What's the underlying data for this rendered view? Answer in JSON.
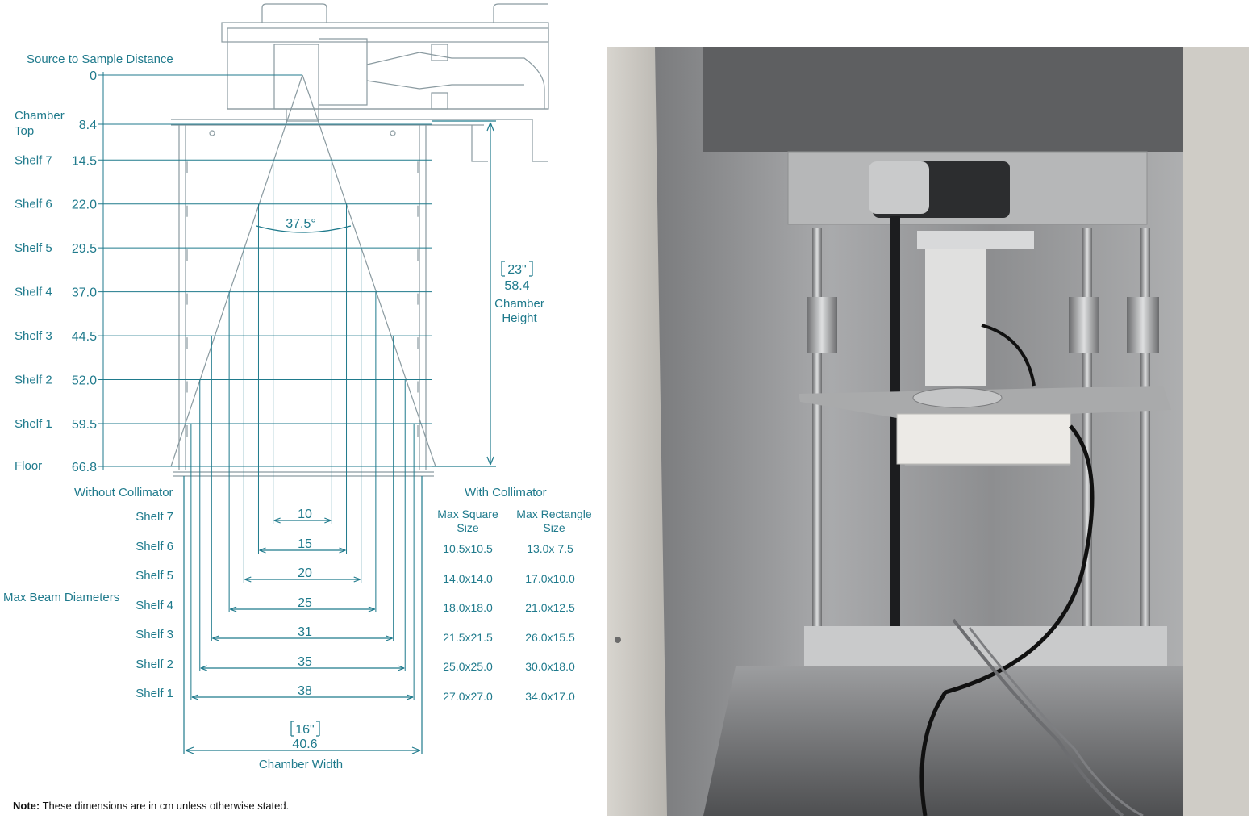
{
  "colors": {
    "accent": "#1f7a8c",
    "drawing": "#8a9aa0"
  },
  "labels": {
    "source_distance": "Source to Sample Distance",
    "chamber_top": [
      "Chamber",
      "Top"
    ],
    "floor": "Floor",
    "angle": "37.5°",
    "chamber_height": {
      "inch": "23\"",
      "cm": "58.4",
      "line1": "Chamber",
      "line2": "Height"
    },
    "chamber_width": {
      "inch": "16\"",
      "cm": "40.6",
      "label": "Chamber Width"
    },
    "without_collimator": "Without Collimator",
    "with_collimator": "With Collimator",
    "max_beam_diameters": "Max Beam Diameters",
    "col_square": [
      "Max Square",
      "Size"
    ],
    "col_rect": [
      "Max Rectangle",
      "Size"
    ]
  },
  "distances": [
    {
      "label": "",
      "value": "0"
    },
    {
      "label": "",
      "value": "8.4"
    },
    {
      "label": "Shelf 7",
      "value": "14.5"
    },
    {
      "label": "Shelf 6",
      "value": "22.0"
    },
    {
      "label": "Shelf 5",
      "value": "29.5"
    },
    {
      "label": "Shelf 4",
      "value": "37.0"
    },
    {
      "label": "Shelf 3",
      "value": "44.5"
    },
    {
      "label": "Shelf 2",
      "value": "52.0"
    },
    {
      "label": "Shelf 1",
      "value": "59.5"
    },
    {
      "label": "",
      "value": "66.8"
    }
  ],
  "beams": [
    {
      "shelf": "Shelf 7",
      "diameter": "10",
      "square": "10.5x10.5",
      "rect": "13.0x 7.5"
    },
    {
      "shelf": "Shelf 6",
      "diameter": "15",
      "square": "14.0x14.0",
      "rect": "17.0x10.0"
    },
    {
      "shelf": "Shelf 5",
      "diameter": "20",
      "square": "18.0x18.0",
      "rect": "21.0x12.5"
    },
    {
      "shelf": "Shelf 4",
      "diameter": "25",
      "square": "21.5x21.5",
      "rect": "26.0x15.5"
    },
    {
      "shelf": "Shelf 3",
      "diameter": "31",
      "square": "25.0x25.0",
      "rect": "30.0x18.0"
    },
    {
      "shelf": "Shelf 2",
      "diameter": "35",
      "square": "27.0x27.0",
      "rect": "34.0x17.0"
    },
    {
      "shelf": "Shelf 1",
      "diameter": "38",
      "square": "",
      "rect": ""
    }
  ],
  "note": {
    "bold": "Note:",
    "text": " These dimensions are in cm unless otherwise stated."
  }
}
